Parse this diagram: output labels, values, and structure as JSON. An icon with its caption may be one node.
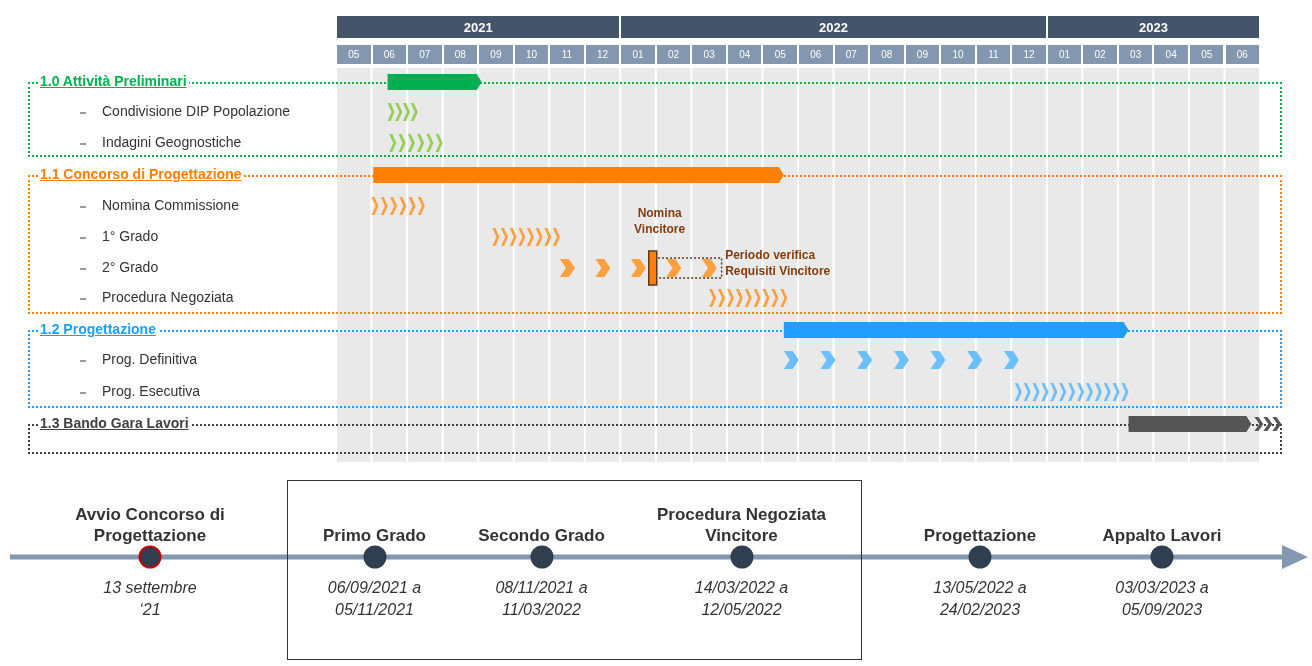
{
  "diagram": {
    "nodes": [
      {
        "text": [
          "1.0 Attività Preliminari"
        ]
      },
      {
        "text": [
          "Condivisione DIP Popolazione"
        ],
        "in": 0
      },
      {
        "text": [
          "Indagini Geognostiche"
        ],
        "in": 0
      },
      {
        "text": [
          "1.1 Concorso di Progettazione"
        ]
      },
      {
        "text": [
          "Nomina Commissione"
        ],
        "in": 3
      },
      {
        "text": [
          "1° Grado"
        ],
        "in": 3
      },
      {
        "text": [
          "2° Grado"
        ],
        "in": 3
      },
      {
        "text": [
          "Procedura Negoziata"
        ],
        "in": 3
      },
      {
        "text": [
          "1.2 Progettazione"
        ]
      },
      {
        "text": [
          "Prog. Definitiva"
        ],
        "in": 8
      },
      {
        "text": [
          "Prog. Esecutiva"
        ],
        "in": 8
      },
      {
        "text": [
          "1.3 Bando Gara Lavori"
        ]
      },
      {
        "text": [
          "Avvio Concorso di Progettazione",
          "13 settembre ‘21"
        ]
      },
      {
        "text": [],
        "shape": "box"
      },
      {
        "text": [
          "Primo Grado",
          "06/09/2021 a 05/11/2021"
        ],
        "in": 13
      },
      {
        "text": [
          "Secondo Grado",
          "08/11/2021 a 11/03/2022"
        ],
        "in": 13
      },
      {
        "text": [
          "Procedura Negoziata Vincitore",
          "14/03/2022 a 12/05/2022"
        ],
        "in": 13
      },
      {
        "text": [
          "Progettazione",
          "13/05/2022 a 24/02/2023"
        ]
      },
      {
        "text": [
          "Appalto Lavori",
          "03/03/2023 a 05/09/2023"
        ]
      }
    ],
    "edges": [],
    "labels": [
      "2021",
      "2022",
      "2023",
      "05",
      "06",
      "07",
      "08",
      "09",
      "10",
      "11",
      "12",
      "01",
      "02",
      "03",
      "04",
      "05",
      "06",
      "07",
      "08",
      "09",
      "10",
      "11",
      "12",
      "01",
      "02",
      "03",
      "04",
      "05",
      "06",
      "Nomina Vincitore",
      "Periodo verifica Requisiti Vincitore"
    ]
  }
}
